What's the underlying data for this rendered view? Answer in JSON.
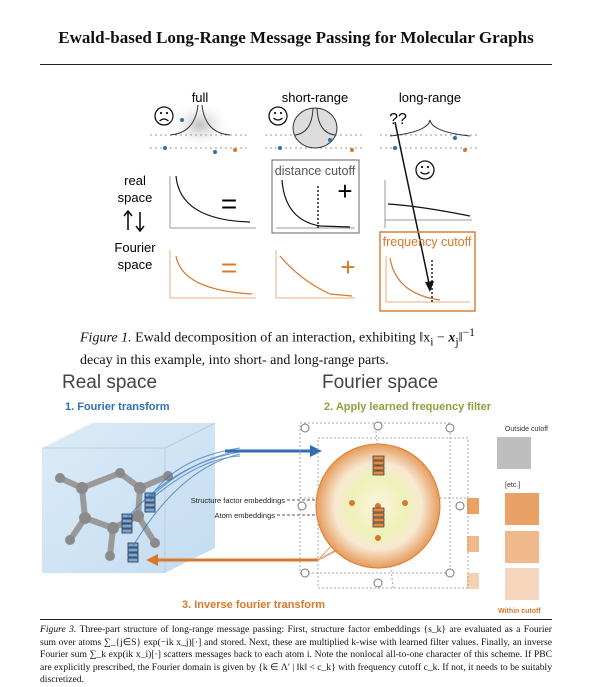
{
  "header": {
    "title": "Ewald-based Long-Range Message Passing for Molecular Graphs"
  },
  "figure1": {
    "col_full": "full",
    "col_short": "short-range",
    "col_long": "long-range",
    "qq": "??",
    "row_real_1": "real",
    "row_real_2": "space",
    "row_fourier_1": "Fourier",
    "row_fourier_2": "space",
    "distance_cutoff": "distance cutoff",
    "frequency_cutoff": "frequency cutoff",
    "eq": "=",
    "plus": "+",
    "sad_icon": "frown-face",
    "happy_icon": "smile-face",
    "caption_label": "Figure 1.",
    "caption_text_1": "Ewald decomposition of an interaction, exhibiting ‖x",
    "caption_sub_i": "i",
    "caption_minus": " −",
    "caption_x": "x",
    "caption_sub_j": "j",
    "caption_text_2": "‖",
    "caption_sup": "−1",
    "caption_text_3": " decay in this example, into short- and long-range parts.",
    "colors": {
      "orange": "#d9772b",
      "blue": "#2f6db5",
      "green": "#8aa33c",
      "gray": "#555555"
    }
  },
  "figure3": {
    "real_space": "Real space",
    "fourier_space": "Fourier space",
    "step1": "1. Fourier transform",
    "step2": "2. Apply learned frequency filter",
    "step3": "3. Inverse fourier transform",
    "sf_embeddings": "Structure factor embeddings",
    "atom_embeddings": "Atom embeddings",
    "outside_cutoff": "Outside cutoff",
    "etc": "[etc.]",
    "within_cutoff": "Within cutoff",
    "caption_label": "Figure 3.",
    "caption_text": "Three-part structure of long-range message passing: First, structure factor embeddings {s_k} are evaluated as a Fourier sum over atoms ∑_{j∈S} exp(−ik x_j)[·] and stored. Next, these are multiplied k-wise with learned filter values. Finally, an inverse Fourier sum ∑_k exp(ik x_i)[·] scatters messages back to each atom i. Note the nonlocal all-to-one character of this scheme. If PBC are explicitly prescribed, the Fourier domain is given by {k ∈ Λ′ | ‖k‖ < c_k} with frequency cutoff c_k. If not, it needs to be suitably discretized."
  }
}
